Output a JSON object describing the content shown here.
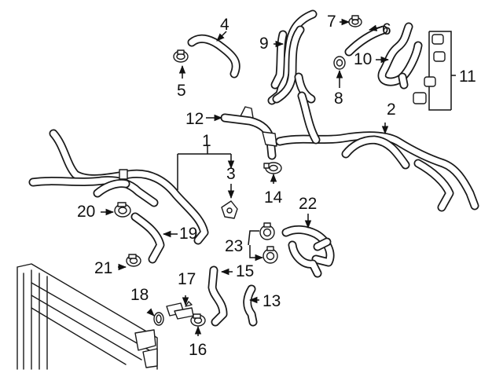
{
  "callouts": [
    {
      "id": "1",
      "label": "1"
    },
    {
      "id": "2",
      "label": "2"
    },
    {
      "id": "3",
      "label": "3"
    },
    {
      "id": "4",
      "label": "4"
    },
    {
      "id": "5",
      "label": "5"
    },
    {
      "id": "6",
      "label": "6"
    },
    {
      "id": "7",
      "label": "7"
    },
    {
      "id": "8",
      "label": "8"
    },
    {
      "id": "9",
      "label": "9"
    },
    {
      "id": "10",
      "label": "10"
    },
    {
      "id": "11",
      "label": "11"
    },
    {
      "id": "12",
      "label": "12"
    },
    {
      "id": "13",
      "label": "13"
    },
    {
      "id": "14",
      "label": "14"
    },
    {
      "id": "15",
      "label": "15"
    },
    {
      "id": "16",
      "label": "16"
    },
    {
      "id": "17",
      "label": "17"
    },
    {
      "id": "18",
      "label": "18"
    },
    {
      "id": "19",
      "label": "19"
    },
    {
      "id": "20",
      "label": "20"
    },
    {
      "id": "21",
      "label": "21"
    },
    {
      "id": "22",
      "label": "22"
    },
    {
      "id": "23",
      "label": "23"
    }
  ],
  "colors": {
    "ink": "#1a1a1a",
    "background": "#ffffff"
  }
}
